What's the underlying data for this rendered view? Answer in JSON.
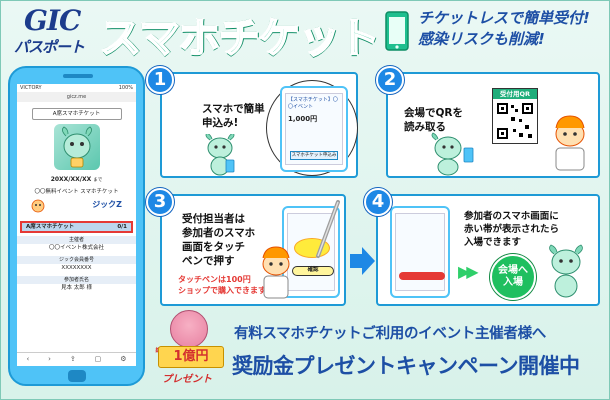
{
  "header": {
    "logo_top": "GIC",
    "logo_bottom": "パスポート",
    "title": "スマホチケット",
    "tagline1": "チケットレスで簡単受付!",
    "tagline2": "感染リスクも削減!"
  },
  "phone_screen": {
    "status_left": "VICTORY",
    "status_right": "100%",
    "url": "gicz.me",
    "ticket_title": "A席スマホチケット",
    "date": "20XX/XX/XX",
    "date_suffix": "まで",
    "event_name": "〇〇無料イベント スマホチケット",
    "brand": "ジックZ",
    "ticket_row_label": "A席スマホチケット",
    "ticket_row_count": "0/1",
    "section1": "主催者",
    "value1": "〇〇イベント株式会社",
    "section2": "ジック会員番号",
    "value2": "XXXXXXXX",
    "section3": "参加者氏名",
    "value3": "見本 太郎 様"
  },
  "steps": [
    {
      "number": "1",
      "text_line1": "スマホで簡単",
      "text_line2": "申込み!",
      "phone_caption": "【スマホチケット】〇〇イベント",
      "phone_price": "1,000円",
      "phone_button": "スマホチケット申込み"
    },
    {
      "number": "2",
      "text_line1": "会場でQRを",
      "text_line2": "読み取る",
      "qr_label": "受付用QR"
    },
    {
      "number": "3",
      "text_line1": "受付担当者は",
      "text_line2": "参加者のスマホ",
      "text_line3": "画面をタッチ",
      "text_line4": "ペンで押す",
      "note_line1": "タッチペンは100円",
      "note_line2": "ショップで購入できます",
      "ok_label": "確認"
    },
    {
      "number": "4",
      "text_line1": "参加者のスマホ画面に",
      "text_line2": "赤い帯が表示されたら",
      "text_line3": "入場できます",
      "entry_line1": "会場へ",
      "entry_line2": "入場"
    }
  ],
  "campaign": {
    "badge_small": "総額",
    "badge_amount": "1億円",
    "badge_present": "プレゼント",
    "line1": "有料スマホチケットご利用のイベント主催者様へ",
    "line2": "奨励金プレゼントキャンペーン開催中"
  },
  "colors": {
    "brand_green": "#1fbf8f",
    "brand_blue": "#1d4fa5",
    "frame_blue": "#1e9ad6",
    "accent_red": "#e53935"
  }
}
